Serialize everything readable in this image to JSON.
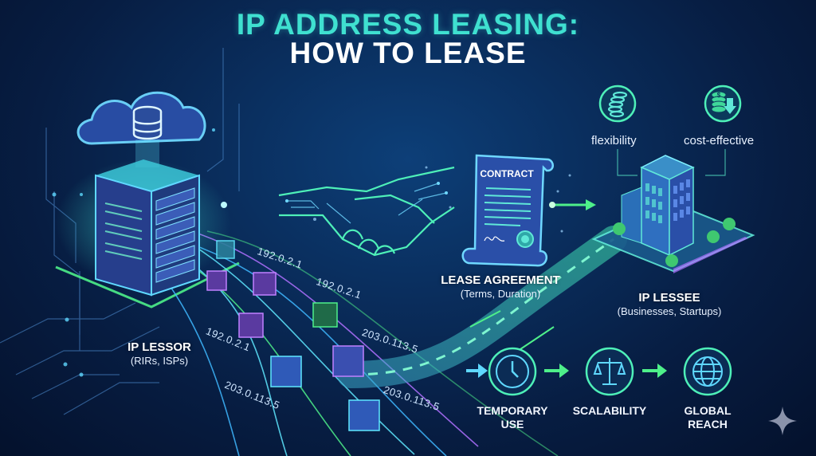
{
  "title": {
    "line1": "IP ADDRESS LEASING:",
    "line2": "HOW TO LEASE",
    "line1_color": "#3fe0d0",
    "line2_color": "#ffffff"
  },
  "lessor": {
    "label": "IP LESSOR",
    "sub": "(RIRs, ISPs)",
    "icon": "cloud-server-icon"
  },
  "agreement": {
    "contract_heading": "CONTRACT",
    "label": "LEASE AGREEMENT",
    "sub": "(Terms, Duration)",
    "icon": "contract-scroll-icon",
    "handshake_icon": "circuit-handshake-icon"
  },
  "lessee": {
    "label": "IP LESSEE",
    "sub": "(Businesses, Startups)",
    "icon": "office-building-icon",
    "benefits": [
      {
        "label": "flexibility",
        "icon": "spring-coil-icon"
      },
      {
        "label": "cost-effective",
        "icon": "coins-down-arrow-icon"
      }
    ]
  },
  "ip_addresses": [
    "192.0.2.1",
    "192.0.2.1",
    "192.0.2.1",
    "203.0.113.5",
    "203.0.113.5",
    "203.0.113.5"
  ],
  "benefits_flow": [
    {
      "label_line1": "TEMPORARY",
      "label_line2": "USE",
      "icon": "clock-icon"
    },
    {
      "label_line1": "SCALABILITY",
      "label_line2": "",
      "icon": "balance-scale-icon"
    },
    {
      "label_line1": "GLOBAL",
      "label_line2": "REACH",
      "icon": "globe-icon"
    }
  ],
  "colors": {
    "accent_teal": "#3fe0d0",
    "accent_green": "#4ef08a",
    "accent_purple": "#b070ff",
    "background_dark": "#04112c",
    "background_mid": "#0a2f5f"
  },
  "watermark_icon": "sparkle-star-icon"
}
